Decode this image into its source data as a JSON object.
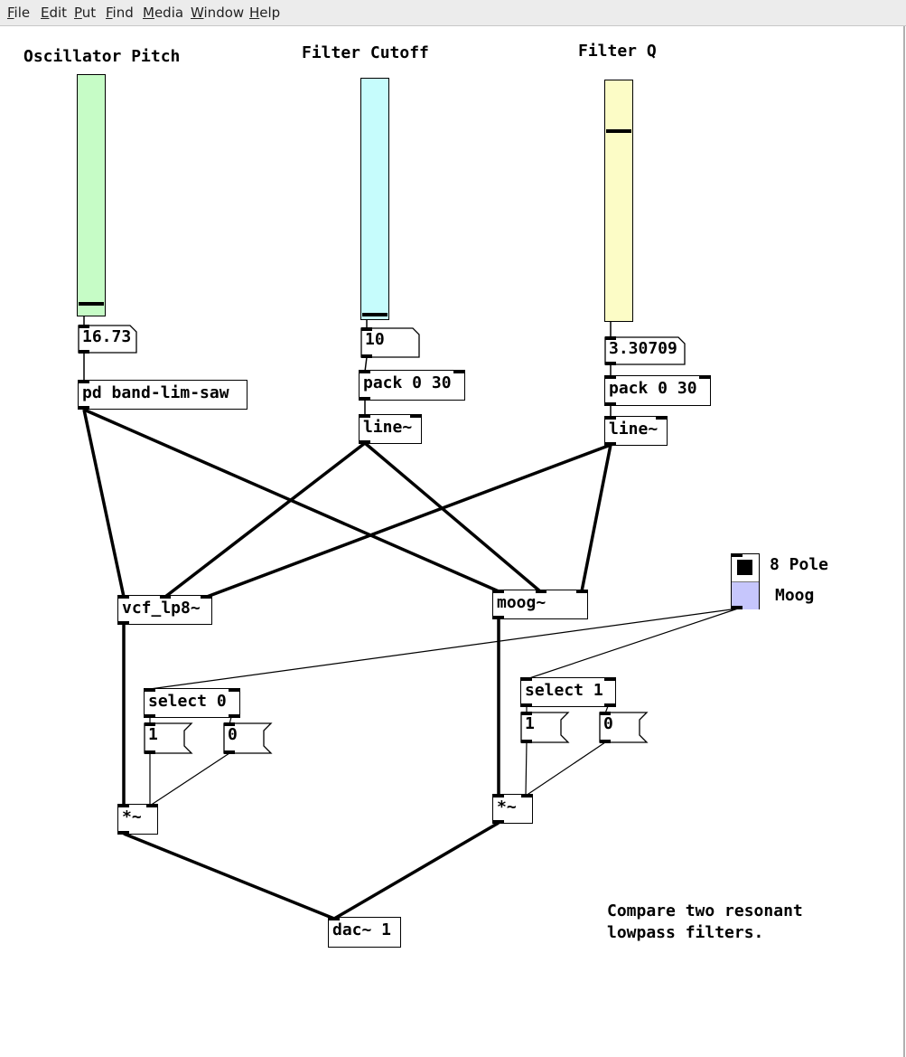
{
  "menu": {
    "items": [
      {
        "label": "File",
        "mnemonic": "F",
        "rest": "ile"
      },
      {
        "label": "Edit",
        "mnemonic": "E",
        "rest": "dit"
      },
      {
        "label": "Put",
        "mnemonic": "P",
        "rest": "ut"
      },
      {
        "label": "Find",
        "mnemonic": "F",
        "rest": "ind"
      },
      {
        "label": "Media",
        "mnemonic": "M",
        "rest": "edia"
      },
      {
        "label": "Window",
        "mnemonic": "W",
        "rest": "indow"
      },
      {
        "label": "Help",
        "mnemonic": "H",
        "rest": "elp"
      }
    ]
  },
  "labels": {
    "osc_pitch": "Oscillator Pitch",
    "filter_cutoff": "Filter Cutoff",
    "filter_q": "Filter Q",
    "eight_pole": "8 Pole",
    "moog": "Moog",
    "comment_line1": "Compare two resonant",
    "comment_line2": "lowpass filters."
  },
  "sliders": {
    "pitch": {
      "color": "#c6fcc6",
      "level": 0.03
    },
    "cutoff": {
      "color": "#c6fcfc",
      "level": 0.0
    },
    "q": {
      "color": "#fcfcc6",
      "level": 0.8
    }
  },
  "numbers": {
    "pitch": "16.73",
    "cutoff": "10",
    "q": "3.30709"
  },
  "objects": {
    "band_lim_saw": "pd band-lim-saw",
    "pack_cutoff": "pack 0 30",
    "line_cutoff": "line~",
    "pack_q": "pack 0 30",
    "line_q": "line~",
    "vcf": "vcf_lp8~",
    "moog": "moog~",
    "select0": "select 0",
    "select1": "select 1",
    "mul_left": "*~",
    "mul_right": "*~",
    "dac": "dac~ 1"
  },
  "messages": {
    "left_one": "1",
    "left_zero": "0",
    "right_one": "1",
    "right_zero": "0"
  },
  "toggle": {
    "color": "#c6c6fc",
    "state": "on"
  }
}
